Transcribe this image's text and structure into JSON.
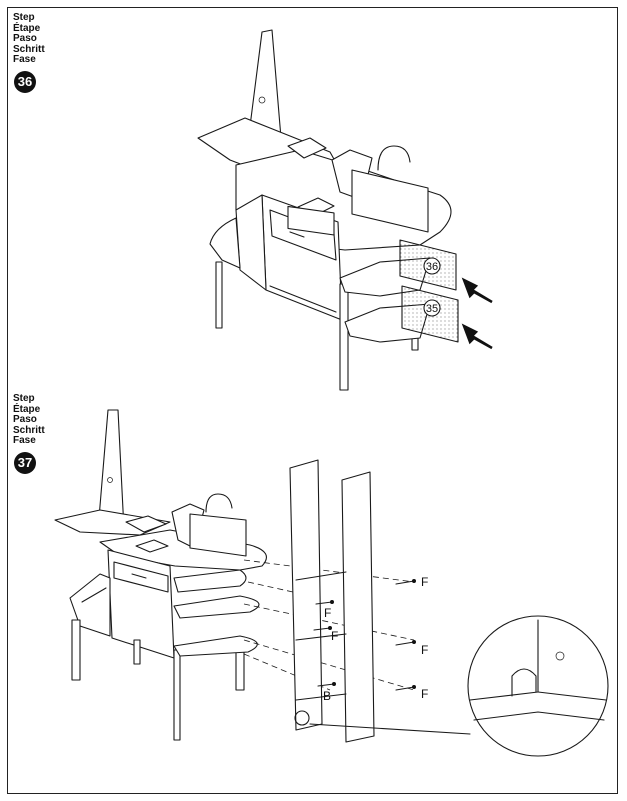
{
  "steps": [
    {
      "labels": [
        "Step",
        "Étape",
        "Paso",
        "Schritt",
        "Fase"
      ],
      "number": "36",
      "panels": [
        "36",
        "35"
      ]
    },
    {
      "labels": [
        "Step",
        "Étape",
        "Paso",
        "Schritt",
        "Fase"
      ],
      "number": "37",
      "parts": [
        "F",
        "F",
        "F",
        "F",
        "B"
      ]
    }
  ]
}
